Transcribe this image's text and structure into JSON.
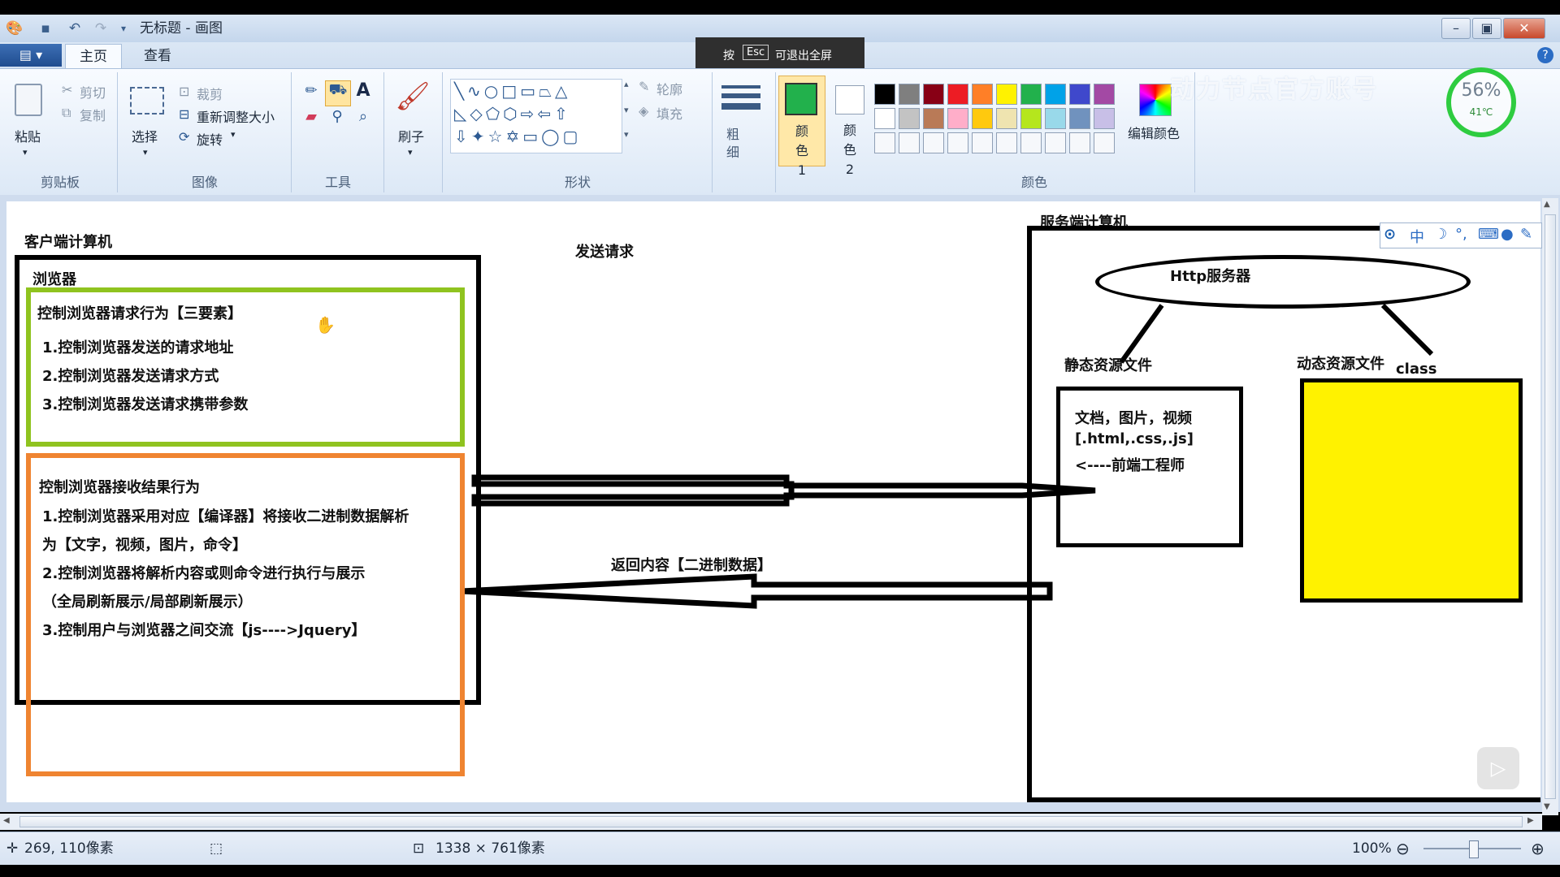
{
  "window": {
    "title": "无标题 - 画图"
  },
  "tabs": [
    {
      "label": "主页"
    },
    {
      "label": "查看"
    }
  ],
  "fullscreen_hint": {
    "prefix": "按",
    "key": "Esc",
    "suffix": "可退出全屏"
  },
  "watermark": "动力节点官方账号",
  "cpu_widget": {
    "percent": "56%",
    "temp": "41℃"
  },
  "ribbon": {
    "clipboard": {
      "paste": "粘贴",
      "cut": "剪切",
      "copy": "复制",
      "label": "剪贴板"
    },
    "image": {
      "select": "选择",
      "crop": "裁剪",
      "resize": "重新调整大小",
      "rotate": "旋转",
      "label": "图像"
    },
    "tools": {
      "label": "工具"
    },
    "brushes": {
      "label": "刷子"
    },
    "shapes": {
      "outline": "轮廓",
      "fill": "填充",
      "label": "形状"
    },
    "size": {
      "label": "粗细"
    },
    "color1": {
      "label": "颜色 1"
    },
    "color2": {
      "label": "颜色 2"
    },
    "colors": {
      "label": "颜色",
      "edit": "编辑颜色",
      "row1": [
        "#000000",
        "#7f7f7f",
        "#880015",
        "#ed1c24",
        "#ff7f27",
        "#fff200",
        "#22b14c",
        "#00a2e8",
        "#3f48cc",
        "#a349a4"
      ],
      "row2": [
        "#ffffff",
        "#c3c3c3",
        "#b97a57",
        "#ffaec9",
        "#ffc90e",
        "#efe4b0",
        "#b5e61d",
        "#99d9ea",
        "#7092be",
        "#c8bfe7"
      ]
    }
  },
  "diagram": {
    "client_title": "客户端计算机",
    "browser_title": "浏览器",
    "request_title": "控制浏览器请求行为【三要素】",
    "request_items": [
      "1.控制浏览器发送的请求地址",
      "2.控制浏览器发送请求方式",
      "3.控制浏览器发送请求携带参数"
    ],
    "response_title": "控制浏览器接收结果行为",
    "response_items": [
      "1.控制浏览器采用对应【编译器】将接收二进制数据解析",
      "为【文字，视频，图片，命令】",
      "2.控制浏览器将解析内容或则命令进行执行与展示",
      "（全局刷新展示/局部刷新展示）",
      "3.控制用户与浏览器之间交流【js---->Jquery】"
    ],
    "send_label": "发送请求",
    "return_label": "返回内容【二进制数据】",
    "server_title": "服务端计算机",
    "http_server": "Http服务器",
    "static_label": "静态资源文件",
    "dynamic_label": "动态资源文件",
    "class_label": "class",
    "static_items": [
      "文档，图片，视频",
      "[.html,.css,.js]",
      "<----前端工程师"
    ]
  },
  "ime_bar": {
    "lang": "中"
  },
  "status": {
    "cursor": "269, 110像素",
    "canvas_size": "1338 × 761像素",
    "zoom": "100%"
  }
}
